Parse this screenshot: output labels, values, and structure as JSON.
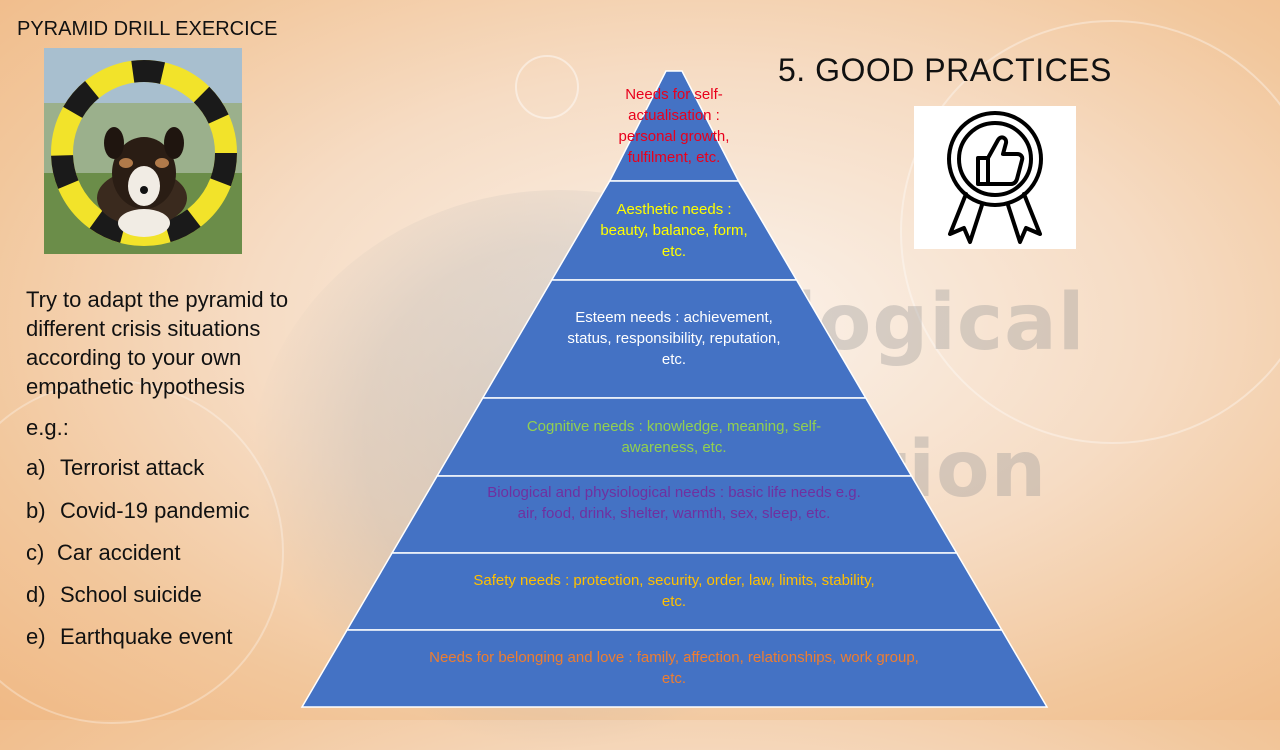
{
  "header": {
    "drill_title": "PYRAMID DRILL EXERCICE",
    "section_title": "5. GOOD PRACTICES"
  },
  "background": {
    "watermark_1": "logical",
    "watermark_2": "tion"
  },
  "instructions": {
    "text": "Try to adapt the pyramid to different crisis situations according to your own empathetic hypothesis",
    "eg": "e.g.:",
    "options": [
      {
        "letter": "a)",
        "text": "Terrorist attack"
      },
      {
        "letter": "b)",
        "text": "Covid-19 pandemic"
      },
      {
        "letter": "c)",
        "text": "Car accident"
      },
      {
        "letter": "d)",
        "text": "School suicide"
      },
      {
        "letter": "e)",
        "text": "Earthquake event"
      }
    ]
  },
  "pyramid": {
    "fill_color": "#4472c4",
    "tiers": [
      {
        "label": "Needs for self-actualisation : personal growth, fulfilment, etc.",
        "color": "#e8001c"
      },
      {
        "label": "Aesthetic needs : beauty, balance, form, etc.",
        "color": "#ffff00"
      },
      {
        "label": "Esteem needs : achievement, status, responsibility, reputation, etc.",
        "color": "#ffffff"
      },
      {
        "label": "Cognitive needs : knowledge, meaning, self-awareness, etc.",
        "color": "#92d050"
      },
      {
        "label": "Biological and physiological needs : basic life needs e.g. air, food, drink, shelter, warmth, sex, sleep, etc.",
        "color": "#7030a0"
      },
      {
        "label": "Safety needs : protection, security, order, law, limits, stability, etc.",
        "color": "#ffc000"
      },
      {
        "label": "Needs for belonging and love : family, affection, relationships, work group, etc.",
        "color": "#ed7d31"
      }
    ]
  },
  "icons": {
    "badge": "thumbs-up-award-badge-icon",
    "photo": "dog-jumping-through-ring-photo"
  }
}
